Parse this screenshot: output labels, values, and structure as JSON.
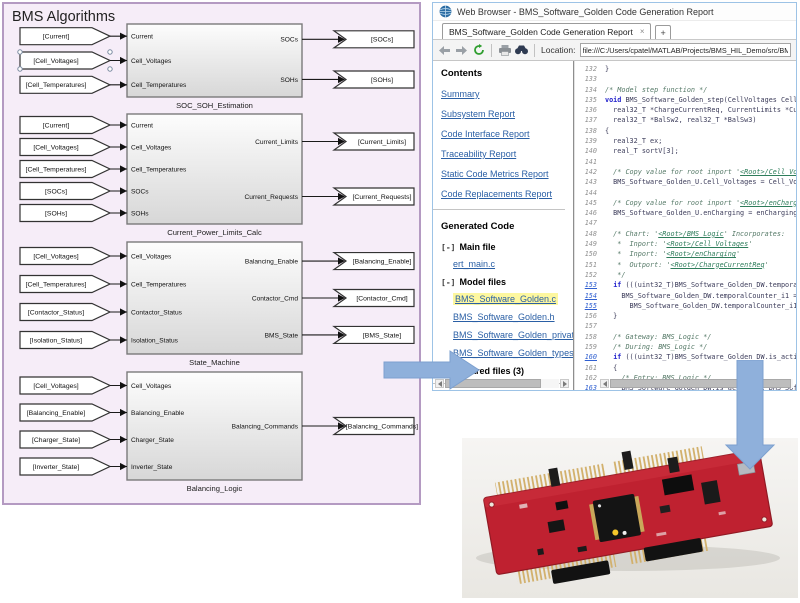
{
  "diagram": {
    "title": "BMS Algorithms",
    "blocks": [
      {
        "name": "SOC_SOH_Estimation",
        "inputs": [
          {
            "tag": "[Current]",
            "port": "Current",
            "selected": false
          },
          {
            "tag": "[Cell_Voltages]",
            "port": "Cell_Voltages",
            "selected": true
          },
          {
            "tag": "[Cell_Temperatures]",
            "port": "Cell_Temperatures",
            "selected": false
          }
        ],
        "outputs": [
          {
            "port": "SOCs",
            "tag": "[SOCs]"
          },
          {
            "port": "SOHs",
            "tag": "[SOHs]"
          }
        ]
      },
      {
        "name": "Current_Power_Limits_Calc",
        "inputs": [
          {
            "tag": "[Current]",
            "port": "Current",
            "selected": false
          },
          {
            "tag": "[Cell_Voltages]",
            "port": "Cell_Voltages",
            "selected": false
          },
          {
            "tag": "[Cell_Temperatures]",
            "port": "Cell_Temperatures",
            "selected": false
          },
          {
            "tag": "[SOCs]",
            "port": "SOCs",
            "selected": false
          },
          {
            "tag": "[SOHs]",
            "port": "SOHs",
            "selected": false
          }
        ],
        "outputs": [
          {
            "port": "Current_Limits",
            "tag": "[Current_Limits]"
          },
          {
            "port": "Current_Requests",
            "tag": "[Current_Requests]"
          }
        ]
      },
      {
        "name": "State_Machine",
        "inputs": [
          {
            "tag": "[Cell_Voltages]",
            "port": "Cell_Voltages",
            "selected": false
          },
          {
            "tag": "[Cell_Temperatures]",
            "port": "Cell_Temperatures",
            "selected": false
          },
          {
            "tag": "[Contactor_Status]",
            "port": "Contactor_Status",
            "selected": false
          },
          {
            "tag": "[Isolation_Status]",
            "port": "Isolation_Status",
            "selected": false
          }
        ],
        "outputs": [
          {
            "port": "Balancing_Enable",
            "tag": "[Balancing_Enable]"
          },
          {
            "port": "Contactor_Cmd",
            "tag": "[Contactor_Cmd]"
          },
          {
            "port": "BMS_State",
            "tag": "[BMS_State]"
          }
        ]
      },
      {
        "name": "Balancing_Logic",
        "inputs": [
          {
            "tag": "[Cell_Voltages]",
            "port": "Cell_Voltages",
            "selected": false
          },
          {
            "tag": "[Balancing_Enable]",
            "port": "Balancing_Enable",
            "selected": false
          },
          {
            "tag": "[Charger_State]",
            "port": "Charger_State",
            "selected": false
          },
          {
            "tag": "[Inverter_State]",
            "port": "Inverter_State",
            "selected": false
          }
        ],
        "outputs": [
          {
            "port": "Balancing_Commands",
            "tag": "[Balancing_Commands]"
          }
        ]
      }
    ]
  },
  "browser": {
    "window_title": "Web Browser - BMS_Software_Golden Code Generation Report",
    "tab_label": "BMS_Software_Golden Code Generation Report",
    "tab_close": "×",
    "new_tab": "+",
    "location_label": "Location:",
    "location_value": "file:///C:/Users/cpatel/MATLAB/Projects/BMS_HIL_Demo/src/BMS_Software_Golden_",
    "sidebar": {
      "contents_title": "Contents",
      "links": [
        "Summary",
        "Subsystem Report",
        "Code Interface Report",
        "Traceability Report",
        "Static Code Metrics Report",
        "Code Replacements Report"
      ],
      "generated_title": "Generated Code",
      "tree": [
        {
          "toggle": "[-]",
          "label": "Main file",
          "files": [
            {
              "name": "ert_main.c",
              "highlight": false
            }
          ]
        },
        {
          "toggle": "[-]",
          "label": "Model files",
          "files": [
            {
              "name": "BMS_Software_Golden.c",
              "highlight": true
            },
            {
              "name": "BMS_Software_Golden.h",
              "highlight": false
            },
            {
              "name": "BMS_Software_Golden_private",
              "highlight": false
            },
            {
              "name": "BMS_Software_Golden_types.",
              "highlight": false
            }
          ]
        },
        {
          "toggle": "[-]",
          "label": "Shared files (3)",
          "files": []
        }
      ]
    },
    "code": {
      "lines": [
        {
          "n": 132,
          "link": false,
          "seg": [
            [
              "t",
              "}"
            ]
          ]
        },
        {
          "n": 133,
          "link": false,
          "seg": []
        },
        {
          "n": 134,
          "link": false,
          "seg": [
            [
              "c",
              "/* Model step function */"
            ]
          ]
        },
        {
          "n": 135,
          "link": false,
          "seg": [
            [
              "k",
              "void"
            ],
            [
              "t",
              " BMS_Software_Golden_step(CellVoltages Cell_Vo"
            ]
          ]
        },
        {
          "n": 136,
          "link": false,
          "seg": [
            [
              "t",
              "  real32_T *ChargeCurrentReq, CurrentLimits *Curre"
            ]
          ]
        },
        {
          "n": 137,
          "link": false,
          "seg": [
            [
              "t",
              "  real32_T *BalSw2, real32_T *BalSw3)"
            ]
          ]
        },
        {
          "n": 138,
          "link": false,
          "seg": [
            [
              "t",
              "{"
            ]
          ]
        },
        {
          "n": 139,
          "link": false,
          "seg": [
            [
              "t",
              "  real32_T ex;"
            ]
          ]
        },
        {
          "n": 140,
          "link": false,
          "seg": [
            [
              "t",
              "  real_T sortV[3];"
            ]
          ]
        },
        {
          "n": 141,
          "link": false,
          "seg": []
        },
        {
          "n": 142,
          "link": false,
          "seg": [
            [
              "c",
              "  /* Copy value for root inport '"
            ],
            [
              "L",
              "<Root>/Cell_Volta"
            ]
          ]
        },
        {
          "n": 143,
          "link": false,
          "seg": [
            [
              "t",
              "  BMS_Software_Golden_U.Cell_Voltages = Cell_Volta"
            ]
          ]
        },
        {
          "n": 144,
          "link": false,
          "seg": []
        },
        {
          "n": 145,
          "link": false,
          "seg": [
            [
              "c",
              "  /* Copy value for root inport '"
            ],
            [
              "L",
              "<Root>/enCharging"
            ]
          ]
        },
        {
          "n": 146,
          "link": false,
          "seg": [
            [
              "t",
              "  BMS_Software_Golden_U.enCharging = enCharging;"
            ]
          ]
        },
        {
          "n": 147,
          "link": false,
          "seg": []
        },
        {
          "n": 148,
          "link": false,
          "seg": [
            [
              "c",
              "  /* Chart: '"
            ],
            [
              "L",
              "<Root>/BMS_Logic"
            ],
            [
              "c",
              "' Incorporates:"
            ]
          ]
        },
        {
          "n": 149,
          "link": false,
          "seg": [
            [
              "c",
              "   *  Inport: '"
            ],
            [
              "L",
              "<Root>/Cell_Voltages"
            ],
            [
              "c",
              "'"
            ]
          ]
        },
        {
          "n": 150,
          "link": false,
          "seg": [
            [
              "c",
              "   *  Inport: '"
            ],
            [
              "L",
              "<Root>/enCharging"
            ],
            [
              "c",
              "'"
            ]
          ]
        },
        {
          "n": 151,
          "link": false,
          "seg": [
            [
              "c",
              "   *  Outport: '"
            ],
            [
              "L",
              "<Root>/ChargeCurrentReq"
            ],
            [
              "c",
              "'"
            ]
          ]
        },
        {
          "n": 152,
          "link": false,
          "seg": [
            [
              "c",
              "   */"
            ]
          ]
        },
        {
          "n": 153,
          "link": true,
          "seg": [
            [
              "t",
              "  "
            ],
            [
              "k",
              "if"
            ],
            [
              "t",
              " (((uint32_T)BMS_Software_Golden_DW.temporalCo"
            ]
          ]
        },
        {
          "n": 154,
          "link": true,
          "seg": [
            [
              "t",
              "    BMS_Software_Golden_DW.temporalCounter_i1 = (u"
            ]
          ]
        },
        {
          "n": 155,
          "link": true,
          "seg": [
            [
              "t",
              "      BMS_Software_Golden_DW.temporalCounter_i1) +"
            ]
          ]
        },
        {
          "n": 156,
          "link": false,
          "seg": [
            [
              "t",
              "  }"
            ]
          ]
        },
        {
          "n": 157,
          "link": false,
          "seg": []
        },
        {
          "n": 158,
          "link": false,
          "seg": [
            [
              "c",
              "  /* Gateway: BMS_Logic */"
            ]
          ]
        },
        {
          "n": 159,
          "link": false,
          "seg": [
            [
              "c",
              "  /* During: BMS_Logic */"
            ]
          ]
        },
        {
          "n": 160,
          "link": true,
          "seg": [
            [
              "t",
              "  "
            ],
            [
              "k",
              "if"
            ],
            [
              "t",
              " (((uint32_T)BMS_Software_Golden_DW.is_active_"
            ]
          ]
        },
        {
          "n": 161,
          "link": false,
          "seg": [
            [
              "t",
              "  {"
            ]
          ]
        },
        {
          "n": 162,
          "link": false,
          "seg": [
            [
              "c",
              "    /* Entry: BMS_Logic */"
            ]
          ]
        },
        {
          "n": 163,
          "link": true,
          "seg": [
            [
              "t",
              "    BMS_Software_Golden_DW.is_active_c2_BMS_Softwa"
            ]
          ]
        }
      ]
    }
  },
  "colors": {
    "panel_bg": "#f6edf8",
    "panel_border": "#b49ac2",
    "arrow_fill": "#8fb0db",
    "arrow_edge": "#7da0cf",
    "highlight_yellow": "#fdf79f",
    "link_blue": "#2a5fa5",
    "board_red": "#bf2130"
  }
}
